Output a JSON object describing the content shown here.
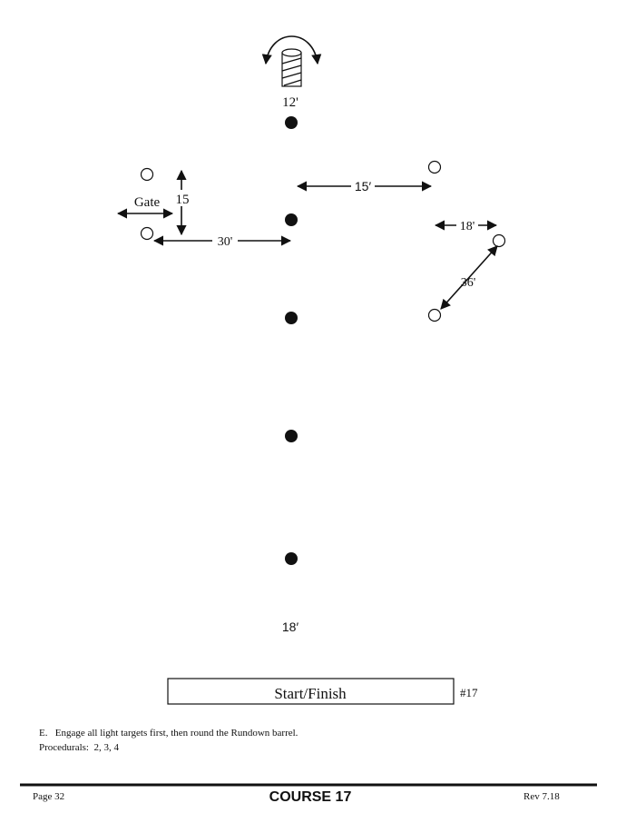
{
  "diagram": {
    "barrel_label": "12'",
    "gate_label": "Gate",
    "gate_height_label": "15",
    "gate_distance_label": "30'",
    "upper_right_label": "15′",
    "right_horizontal_label": "18'",
    "diagonal_label": "36'",
    "bottom_distance_label": "18′",
    "start_finish_label": "Start/Finish",
    "course_number_tag": "#17"
  },
  "notes": {
    "line1": "E.   Engage all light targets first, then round the Rundown barrel.",
    "line2": "Procedurals:  2, 3, 4"
  },
  "footer": {
    "page": "Page 32",
    "title": "COURSE 17",
    "revision": "Rev 7.18"
  },
  "colors": {
    "ink": "#111111",
    "background": "#ffffff"
  }
}
